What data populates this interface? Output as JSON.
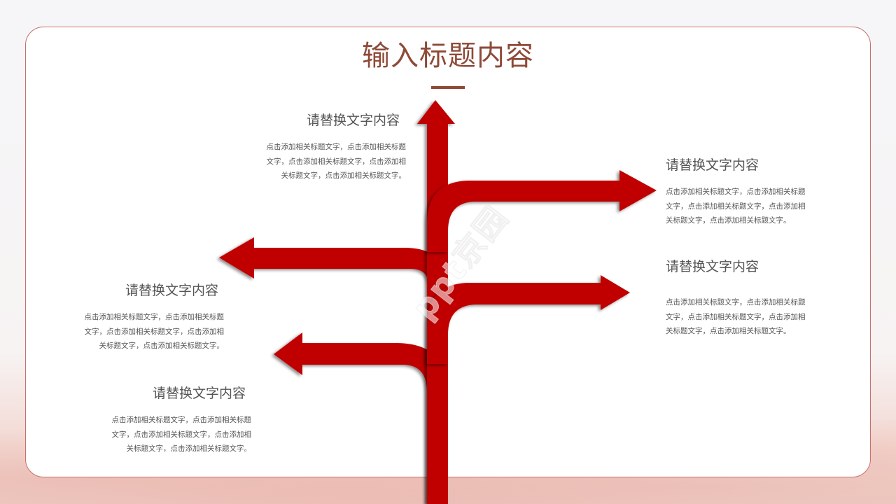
{
  "slide": {
    "title": "输入标题内容",
    "watermark": "ppt京园",
    "colors": {
      "accent_red": "#c00000",
      "title_brown": "#8e4a37",
      "border_red": "#c9706d",
      "text_gray": "#555555"
    }
  },
  "items": [
    {
      "position": "top-left",
      "heading": "请替换文字内容",
      "lines": [
        "点击添加相关标题文字，点击添加相关标题",
        "文字，点击添加相关标题文字，点击添加相",
        "关标题文字，点击添加相关标题文字。"
      ]
    },
    {
      "position": "right-upper",
      "heading": "请替换文字内容",
      "lines": [
        "点击添加相关标题文字，点击添加相关标题",
        "文字，点击添加相关标题文字，点击添加相",
        "关标题文字，点击添加相关标题文字。"
      ]
    },
    {
      "position": "left-middle",
      "heading": "请替换文字内容",
      "lines": [
        "点击添加相关标题文字，点击添加相关标题",
        "文字，点击添加相关标题文字，点击添加相",
        "关标题文字，点击添加相关标题文字。"
      ]
    },
    {
      "position": "right-lower",
      "heading": "请替换文字内容",
      "lines": [
        "点击添加相关标题文字，点击添加相关标题",
        "文字，点击添加相关标题文字，点击添加相",
        "关标题文字，点击添加相关标题文字。"
      ]
    },
    {
      "position": "left-lower",
      "heading": "请替换文字内容",
      "lines": [
        "点击添加相关标题文字，点击添加相关标题",
        "文字，点击添加相关标题文字，点击添加相",
        "关标题文字，点击添加相关标题文字。"
      ]
    }
  ],
  "arrows": [
    {
      "id": "trunk-up",
      "direction": "up"
    },
    {
      "id": "branch-right-1",
      "direction": "right"
    },
    {
      "id": "branch-left-1",
      "direction": "left"
    },
    {
      "id": "branch-right-2",
      "direction": "right"
    },
    {
      "id": "branch-left-2",
      "direction": "left"
    }
  ]
}
